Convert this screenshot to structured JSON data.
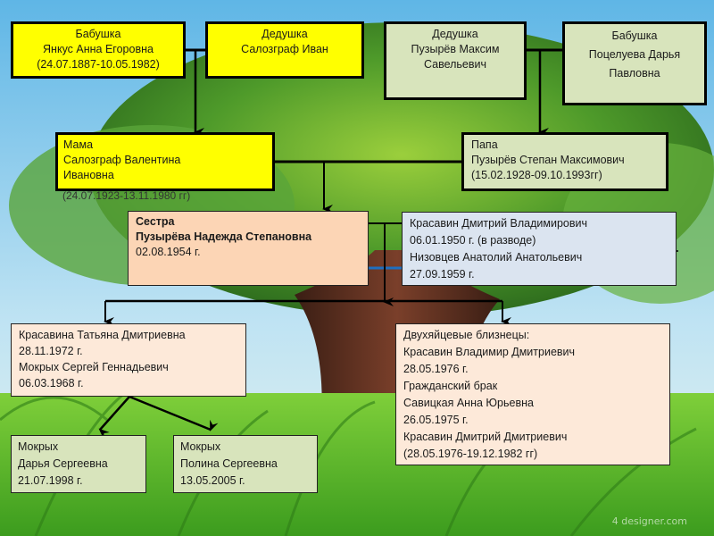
{
  "colors": {
    "maternal_box": "#ffff00",
    "paternal_box": "#d8e4bc",
    "sister_box": "#fcd5b5",
    "grandchildren_box": "#fde9d9",
    "spouses_box": "#dbe4f0",
    "connector": "#000000",
    "divorce_line": "#1f6fc0"
  },
  "grandparents": [
    {
      "id": "gm-maternal",
      "lines": [
        "Бабушка",
        "Янкус Анна Егоровна",
        "(24.07.1887-10.05.1982)"
      ]
    },
    {
      "id": "gf-maternal",
      "lines": [
        "Дедушка",
        "Салозграф Иван"
      ]
    },
    {
      "id": "gf-paternal",
      "lines": [
        "Дедушка",
        "Пузырёв Максим",
        "Савельевич"
      ]
    },
    {
      "id": "gm-paternal",
      "lines": [
        "Бабушка",
        "Поцелуева Дарья",
        "Павловна"
      ]
    }
  ],
  "parents": {
    "mother": {
      "lines": [
        "Мама",
        "Салозграф  Валентина",
        "Ивановна"
      ],
      "overflow_text": "(24.07.1923-13.11.1980 гг)"
    },
    "father": {
      "lines": [
        "Папа",
        "Пузырёв Степан Максимович",
        "(15.02.1928-09.10.1993гг)"
      ]
    }
  },
  "sister": {
    "lines": [
      "Сестра",
      "Пузырёва Надежда Степановна",
      "02.08.1954 г."
    ]
  },
  "spouses": {
    "lines": [
      "Красавин Дмитрий Владимирович",
      "06.01.1950 г. (в разводе)",
      "Низовцев Анатолий Анатольевич",
      "27.09.1959 г."
    ]
  },
  "children": {
    "daughter_family": {
      "lines": [
        "Красавина Татьяна Дмитриевна",
        "28.11.1972 г.",
        "Мокрых Сергей Геннадьевич",
        "06.03.1968 г."
      ]
    },
    "twins": {
      "lines": [
        "Двухяйцевые близнецы:",
        "Красавин Владимир Дмитриевич",
        "28.05.1976 г.",
        "Гражданский брак",
        "Савицкая Анна Юрьевна",
        "26.05.1975 г.",
        "Красавин Дмитрий Дмитриевич",
        "(28.05.1976-19.12.1982 гг)"
      ]
    }
  },
  "grandchildren": [
    {
      "lines": [
        "Мокрых",
        "Дарья Сергеевна",
        "21.07.1998 г."
      ]
    },
    {
      "lines": [
        "Мокрых",
        "Полина Сергеевна",
        "13.05.2005 г."
      ]
    }
  ],
  "watermark": "4 designer.com"
}
